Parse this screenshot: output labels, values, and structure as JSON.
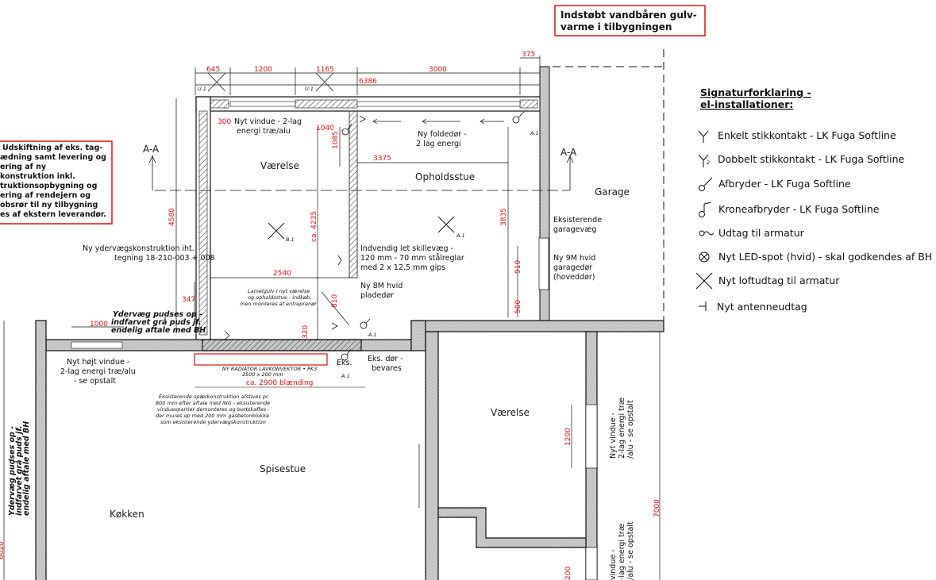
{
  "title_box": {
    "line1": "Indstøbt vandbåren gulv-",
    "line2": "varme i tilbygningen"
  },
  "red_note": {
    "lines": [
      "Udskiftning af eks. tag-",
      "ædning samt levering og",
      "ering af ny",
      "konstruktion inkl.",
      "truktionsopbygning og",
      "ering af rendejern og",
      "obsrør til ny tilbygning",
      "es af ekstern leverandør."
    ]
  },
  "section": {
    "left": "A-A",
    "right": "A-A"
  },
  "rooms": {
    "vaerelse_top": "Værelse",
    "opholdsstue": "Opholdsstue",
    "garage": "Garage",
    "vaerelse_bottom": "Værelse",
    "spisestue": "Spisestue",
    "koekken": "Køkken"
  },
  "notes": {
    "ny_vindue_top": [
      "Nyt vindue - 2-lag",
      "energi træ/alu"
    ],
    "foldedor": [
      "Ny foldedør -",
      "2 lag energi"
    ],
    "ydervaeg": [
      "Ny ydervægskonstruktion iht.",
      "tegning 18-210-003 + 008"
    ],
    "skillevaeg": [
      "Indvendig let skillevæg -",
      "120 mm - 70 mm stålreglar",
      "med 2 x 12,5 mm gips"
    ],
    "pladedor": [
      "Ny 8M hvid",
      "pladedør"
    ],
    "garagevaeg": [
      "Eksisterende",
      "garagevæg"
    ],
    "garagedor": [
      "Ny 9M hvid",
      "garagedør",
      "(hoveddør)"
    ],
    "lamelgulv": [
      "Lamelgulv i nyt værelse",
      "og opholdsstue - indkøb,",
      "men monteres af entreprenør"
    ],
    "ydervaeg_puds": [
      "Ydervæg pudses op -",
      "indfarvet grå puds jf.",
      "endelig aftale med BH"
    ],
    "hojt_vindue": [
      "Nyt højt vindue -",
      "2-lag energi træ/alu",
      "- se opstalt"
    ],
    "eks_dor": [
      "Eks. dør -",
      "bevares"
    ],
    "radiator": [
      "NY RADIATOR LAVKONVEKTOR • PK3",
      "2500 x 200 mm"
    ],
    "blaending": "ca. 2900 blænding",
    "spaer": [
      "Eksisterende spærkonstruktion afstives pr.",
      "800 mm efter aftale med ING - eksisterende",
      "vinduespartier demonteres og bortskaffes -",
      "der mures op med 200 mm gasbetonblokke",
      "som eksisterende ydervægskonstruktion"
    ],
    "ydervaeg_left": [
      "Ydervæg pudses op -",
      "indfarvet grå puds jf.",
      "endelig aftale med BH"
    ],
    "right_vindue": [
      "Nyt vindue -",
      "2-lag energi træ",
      "/alu - se opstalt"
    ],
    "right_vindue2": [
      "vindue -",
      "-lag energi træ",
      "/alu - se opstalt"
    ],
    "eks_label": "Eks."
  },
  "dims": {
    "d645": "645",
    "d1200": "1200",
    "d1165": "1165",
    "d3000": "3000",
    "d375": "375",
    "d6386": "6386",
    "d300": "300",
    "d1040": "1040",
    "d1085": "1085",
    "d3375": "3375",
    "d4580": "4580",
    "d4235": "ca. 4235",
    "d3835": "3835",
    "d2540": "2540",
    "d347": "347",
    "d810": "810",
    "d320": "320",
    "d910": "910",
    "d500": "500",
    "d1000": "1000",
    "d1200r": "1200",
    "d7000": "7000",
    "d6020": "6020",
    "d200": "200"
  },
  "legend": {
    "title": [
      "Signaturforklaring -",
      "el-installationer:"
    ],
    "items": [
      {
        "icon": "single-socket-icon",
        "text": "Enkelt stikkontakt - LK Fuga Softline"
      },
      {
        "icon": "double-socket-icon",
        "text": "Dobbelt stikkontakt - LK Fuga Softline"
      },
      {
        "icon": "switch-icon",
        "text": "Afbryder - LK Fuga Softline"
      },
      {
        "icon": "dimmer-switch-icon",
        "text": "Kroneafbryder - LK Fuga Softline"
      },
      {
        "icon": "fixture-outlet-icon",
        "text": "Udtag til armatur"
      },
      {
        "icon": "led-spot-icon",
        "text": "Nyt LED-spot (hvid) - skal godkendes af BH"
      },
      {
        "icon": "ceiling-outlet-icon",
        "text": "Nyt loftudtag til armatur"
      },
      {
        "icon": "antenna-outlet-icon",
        "text": "Nyt antenneudtag"
      }
    ]
  },
  "tags": {
    "u1a": "U.1",
    "u1b": "U.1",
    "b1": "B.1",
    "a1": "A.1",
    "a1b": "A.1",
    "a1c": "A.1"
  },
  "colors": {
    "wall": "#d9d9d9",
    "dim": "#d11111",
    "line": "#111111"
  }
}
